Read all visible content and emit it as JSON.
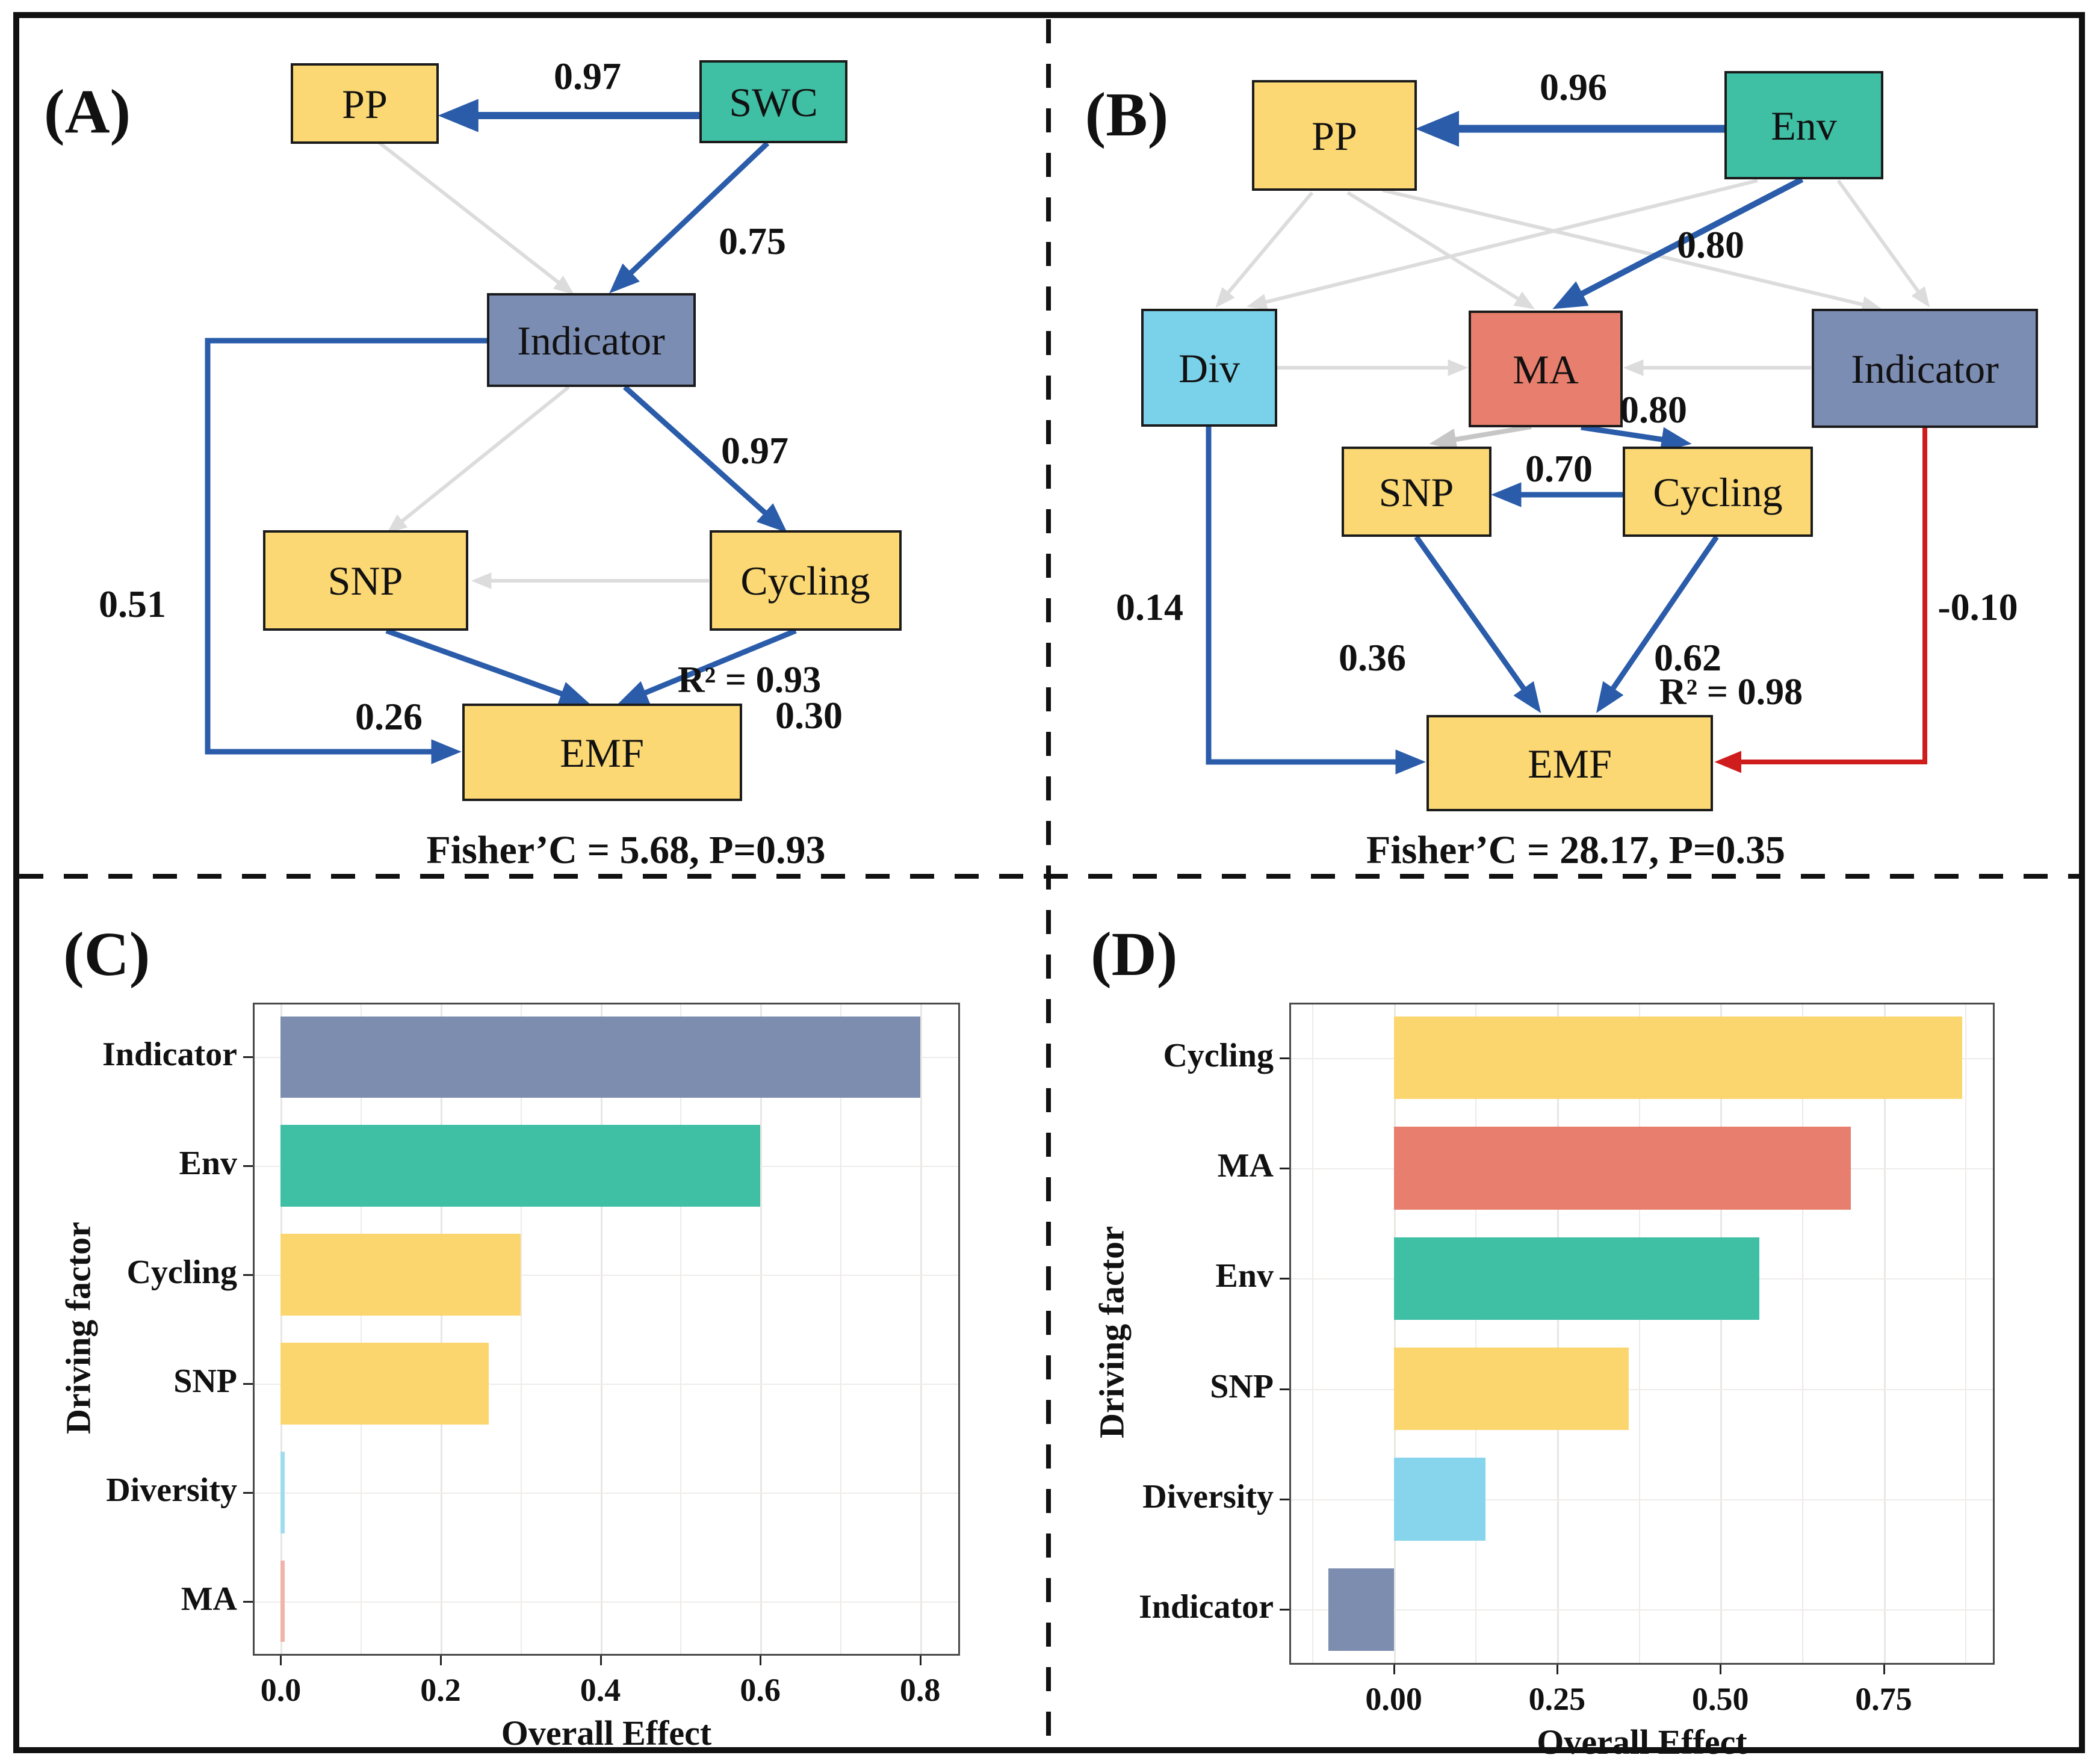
{
  "palette": {
    "yellow": "#fbd873",
    "teal": "#3fbfa4",
    "indicator_blue": "#7c8db4",
    "salmon": "#e87e6d",
    "light_blue": "#7ad2ea",
    "arrow_positive": "#2a5caa",
    "arrow_negative": "#cf1d1d",
    "arrow_ns": "#dcdcdc",
    "arrow_ns_dark": "#c6c6c6",
    "box_border": "#1b1b1b"
  },
  "panels": {
    "a": {
      "letter": "(A)",
      "nodes": {
        "pp": "PP",
        "swc": "SWC",
        "indicator": "Indicator",
        "snp": "SNP",
        "cycling": "Cycling",
        "emf": "EMF"
      },
      "edges": {
        "swc_pp": "0.97",
        "swc_ind": "0.75",
        "ind_cyc": "0.97",
        "ind_emf": "0.51",
        "snp_emf": "0.26",
        "cyc_emf": "0.30"
      },
      "r2": "R² = 0.93",
      "fisher": "Fisher’C = 5.68, P=0.93"
    },
    "b": {
      "letter": "(B)",
      "nodes": {
        "pp": "PP",
        "env": "Env",
        "div": "Div",
        "ma": "MA",
        "indicator": "Indicator",
        "snp": "SNP",
        "cycling": "Cycling",
        "emf": "EMF"
      },
      "edges": {
        "env_pp": "0.96",
        "env_ma": "0.80",
        "ma_cyc": "0.80",
        "cyc_snp": "0.70",
        "snp_emf": "0.36",
        "cyc_emf": "0.62",
        "div_emf": "0.14",
        "ind_emf": "-0.10"
      },
      "r2": "R² = 0.98",
      "fisher": "Fisher’C = 28.17, P=0.35"
    }
  },
  "chart_data": [
    {
      "panel_label": "(C)",
      "type": "bar",
      "orientation": "horizontal",
      "categories": [
        "Indicator",
        "Env",
        "Cycling",
        "SNP",
        "Diversity",
        "MA"
      ],
      "values": [
        0.8,
        0.6,
        0.3,
        0.26,
        0.005,
        0.005
      ],
      "colors": [
        "#7c8db0",
        "#3fbfa4",
        "#fbd66f",
        "#fbd66f",
        "#9fdcef",
        "#f2b3aa"
      ],
      "xlabel": "Overall Effect",
      "ylabel": "Driving factor",
      "xticks": [
        0.0,
        0.2,
        0.4,
        0.6,
        0.8
      ],
      "xtick_labels": [
        "0.0",
        "0.2",
        "0.4",
        "0.6",
        "0.8"
      ],
      "xticks_minor": [
        0.1,
        0.3,
        0.5,
        0.7
      ],
      "xlim": [
        -0.035,
        0.85
      ],
      "grid": true,
      "legend": "none"
    },
    {
      "panel_label": "(D)",
      "type": "bar",
      "orientation": "horizontal",
      "categories": [
        "Cycling",
        "MA",
        "Env",
        "SNP",
        "Diversity",
        "Indicator"
      ],
      "values": [
        0.87,
        0.7,
        0.56,
        0.36,
        0.14,
        -0.1
      ],
      "colors": [
        "#fbd66f",
        "#e87e6d",
        "#3fbfa4",
        "#fbd66f",
        "#87d5ec",
        "#7c8db0"
      ],
      "xlabel": "Overall Effect",
      "ylabel": "Driving factor",
      "xticks": [
        0.0,
        0.25,
        0.5,
        0.75
      ],
      "xtick_labels": [
        "0.00",
        "0.25",
        "0.50",
        "0.75"
      ],
      "xticks_minor": [
        -0.125,
        0.125,
        0.375,
        0.625,
        0.875
      ],
      "xlim": [
        -0.16,
        0.92
      ],
      "grid": true,
      "legend": "none"
    }
  ]
}
